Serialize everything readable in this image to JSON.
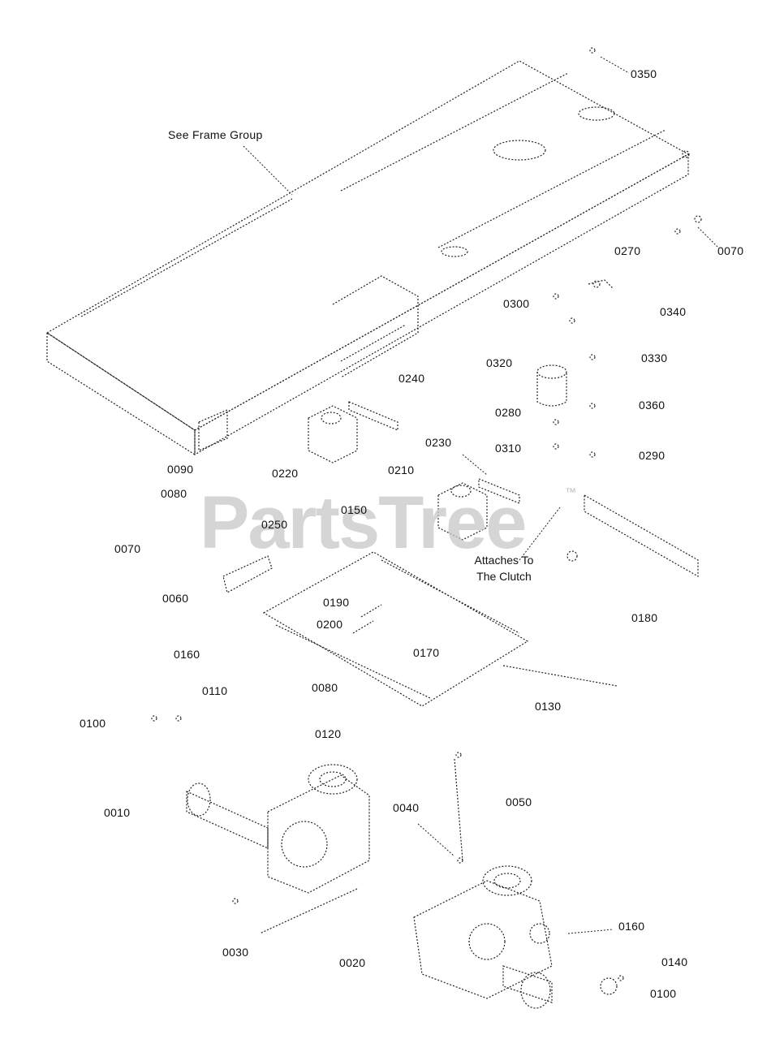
{
  "callouts": {
    "c0350": "0350",
    "see_frame_group": "See Frame Group",
    "c0070_top": "0070",
    "c0270": "0270",
    "c0300": "0300",
    "c0340": "0340",
    "c0320": "0320",
    "c0330": "0330",
    "c0240": "0240",
    "c0280": "0280",
    "c0360": "0360",
    "c0230": "0230",
    "c0310": "0310",
    "c0290": "0290",
    "c0090": "0090",
    "c0220": "0220",
    "c0210": "0210",
    "c0080_a": "0080",
    "c0150": "0150",
    "c0250": "0250",
    "c0070_left": "0070",
    "attaches_line1": "Attaches To",
    "attaches_line2": "The Clutch",
    "c0060": "0060",
    "c0190": "0190",
    "c0180": "0180",
    "c0200": "0200",
    "c0160_a": "0160",
    "c0170": "0170",
    "c0110": "0110",
    "c0080_b": "0080",
    "c0130": "0130",
    "c0100_a": "0100",
    "c0120": "0120",
    "c0010": "0010",
    "c0040": "0040",
    "c0050": "0050",
    "c0160_b": "0160",
    "c0030": "0030",
    "c0020": "0020",
    "c0140": "0140",
    "c0100_b": "0100"
  },
  "watermark": {
    "text": "PartsTree",
    "trademark": "™"
  }
}
